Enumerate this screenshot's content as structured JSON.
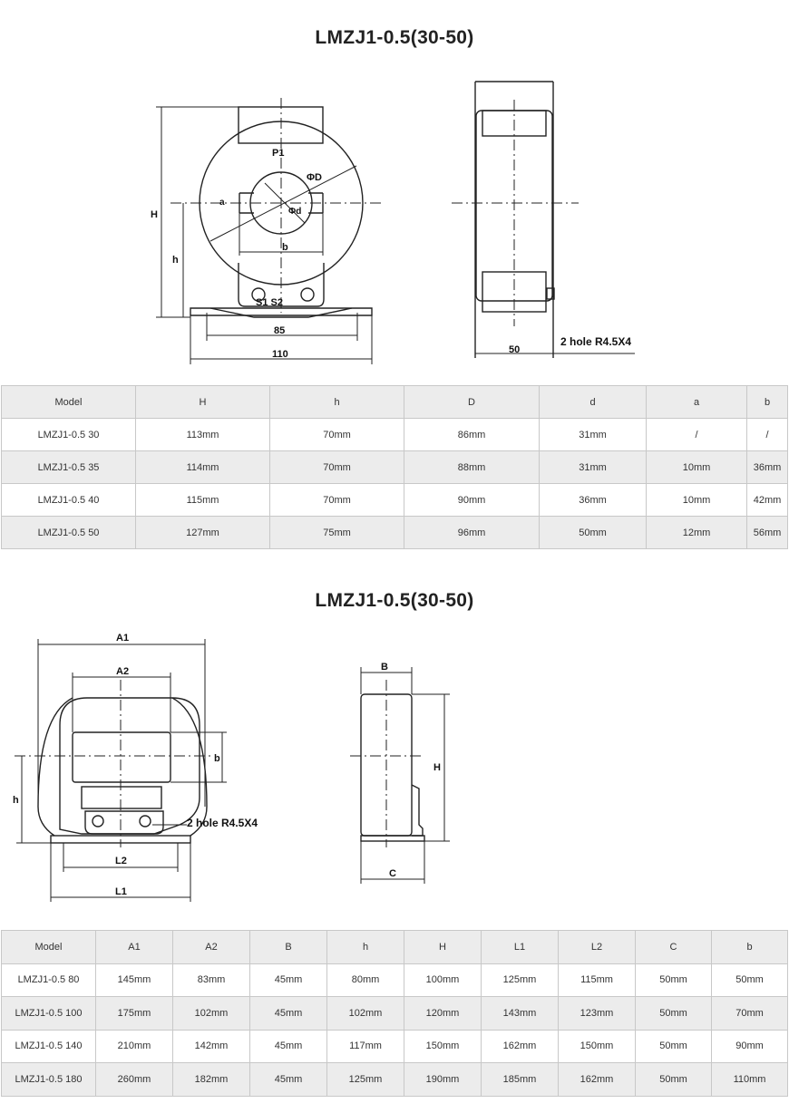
{
  "section1": {
    "title": "LMZJ1-0.5(30-50)",
    "drawing_labels": {
      "P1": "P1",
      "phiD": "ΦD",
      "phid": "Φd",
      "a": "a",
      "b": "b",
      "H": "H",
      "h": "h",
      "S1S2": "S1 S2",
      "dim85": "85",
      "dim110": "110",
      "dim50": "50",
      "hole": "2 hole R4.5X4"
    },
    "table": {
      "headers": [
        "Model",
        "H",
        "h",
        "D",
        "d",
        "a",
        "b"
      ],
      "rows": [
        [
          "LMZJ1-0.5 30",
          "113mm",
          "70mm",
          "86mm",
          "31mm",
          "/",
          "/"
        ],
        [
          "LMZJ1-0.5 35",
          "114mm",
          "70mm",
          "88mm",
          "31mm",
          "10mm",
          "36mm"
        ],
        [
          "LMZJ1-0.5 40",
          "115mm",
          "70mm",
          "90mm",
          "36mm",
          "10mm",
          "42mm"
        ],
        [
          "LMZJ1-0.5 50",
          "127mm",
          "75mm",
          "96mm",
          "50mm",
          "12mm",
          "56mm"
        ]
      ]
    }
  },
  "section2": {
    "title": "LMZJ1-0.5(30-50)",
    "drawing_labels": {
      "A1": "A1",
      "A2": "A2",
      "b": "b",
      "h": "h",
      "hole": "2 hole R4.5X4",
      "L2": "L2",
      "L1": "L1",
      "B": "B",
      "H": "H",
      "C": "C"
    },
    "table": {
      "headers": [
        "Model",
        "A1",
        "A2",
        "B",
        "h",
        "H",
        "L1",
        "L2",
        "C",
        "b"
      ],
      "rows": [
        [
          "LMZJ1-0.5 80",
          "145mm",
          "83mm",
          "45mm",
          "80mm",
          "100mm",
          "125mm",
          "115mm",
          "50mm",
          "50mm"
        ],
        [
          "LMZJ1-0.5 100",
          "175mm",
          "102mm",
          "45mm",
          "102mm",
          "120mm",
          "143mm",
          "123mm",
          "50mm",
          "70mm"
        ],
        [
          "LMZJ1-0.5 140",
          "210mm",
          "142mm",
          "45mm",
          "117mm",
          "150mm",
          "162mm",
          "150mm",
          "50mm",
          "90mm"
        ],
        [
          "LMZJ1-0.5 180",
          "260mm",
          "182mm",
          "45mm",
          "125mm",
          "190mm",
          "185mm",
          "162mm",
          "50mm",
          "110mm"
        ]
      ]
    }
  }
}
